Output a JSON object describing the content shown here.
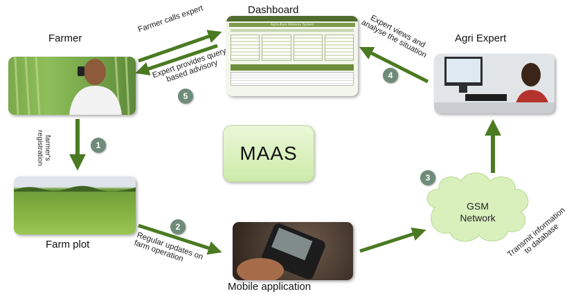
{
  "nodes": {
    "dashboard": "Dashboard",
    "farmer": "Farmer",
    "agri_expert": "Agri Expert",
    "farm_plot": "Farm plot",
    "mobile_application": "Mobile application",
    "center": "MAAS",
    "gsm_network_line1": "GSM",
    "gsm_network_line2": "Network"
  },
  "flows": {
    "farmer_calls_expert": "Farmer calls expert",
    "expert_provides_line1": "Expert provides query",
    "expert_provides_line2": "based  advisory",
    "expert_views_line1": "Expert views and",
    "expert_views_line2": "analyse the situation",
    "farmers_registration_line1": "farmer's",
    "farmers_registration_line2": "registration",
    "regular_updates_line1": "Regular updates on",
    "regular_updates_line2": "farm operation",
    "transmit_line1": "Transmit information",
    "transmit_line2": "to database"
  },
  "steps": [
    "1",
    "2",
    "3",
    "4",
    "5"
  ],
  "dashboard_screen": {
    "header": "Agriculture Advisory System"
  },
  "colors": {
    "arrow": "#4a7a22",
    "step_badge": "#6f8b79",
    "center_box": "#d7efbc",
    "cloud": "#d9f0bd"
  }
}
